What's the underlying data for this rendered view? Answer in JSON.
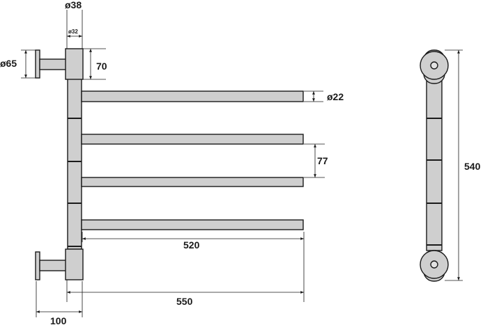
{
  "dimensions": {
    "d38": "ø38",
    "d32": "ø32",
    "d65": "ø65",
    "h70": "70",
    "d22": "ø22",
    "s77": "77",
    "w520": "520",
    "w550": "550",
    "w100": "100",
    "h540": "540"
  },
  "colors": {
    "metal": "#cfcfcf",
    "line": "#1a1a1a",
    "background": "#ffffff"
  }
}
